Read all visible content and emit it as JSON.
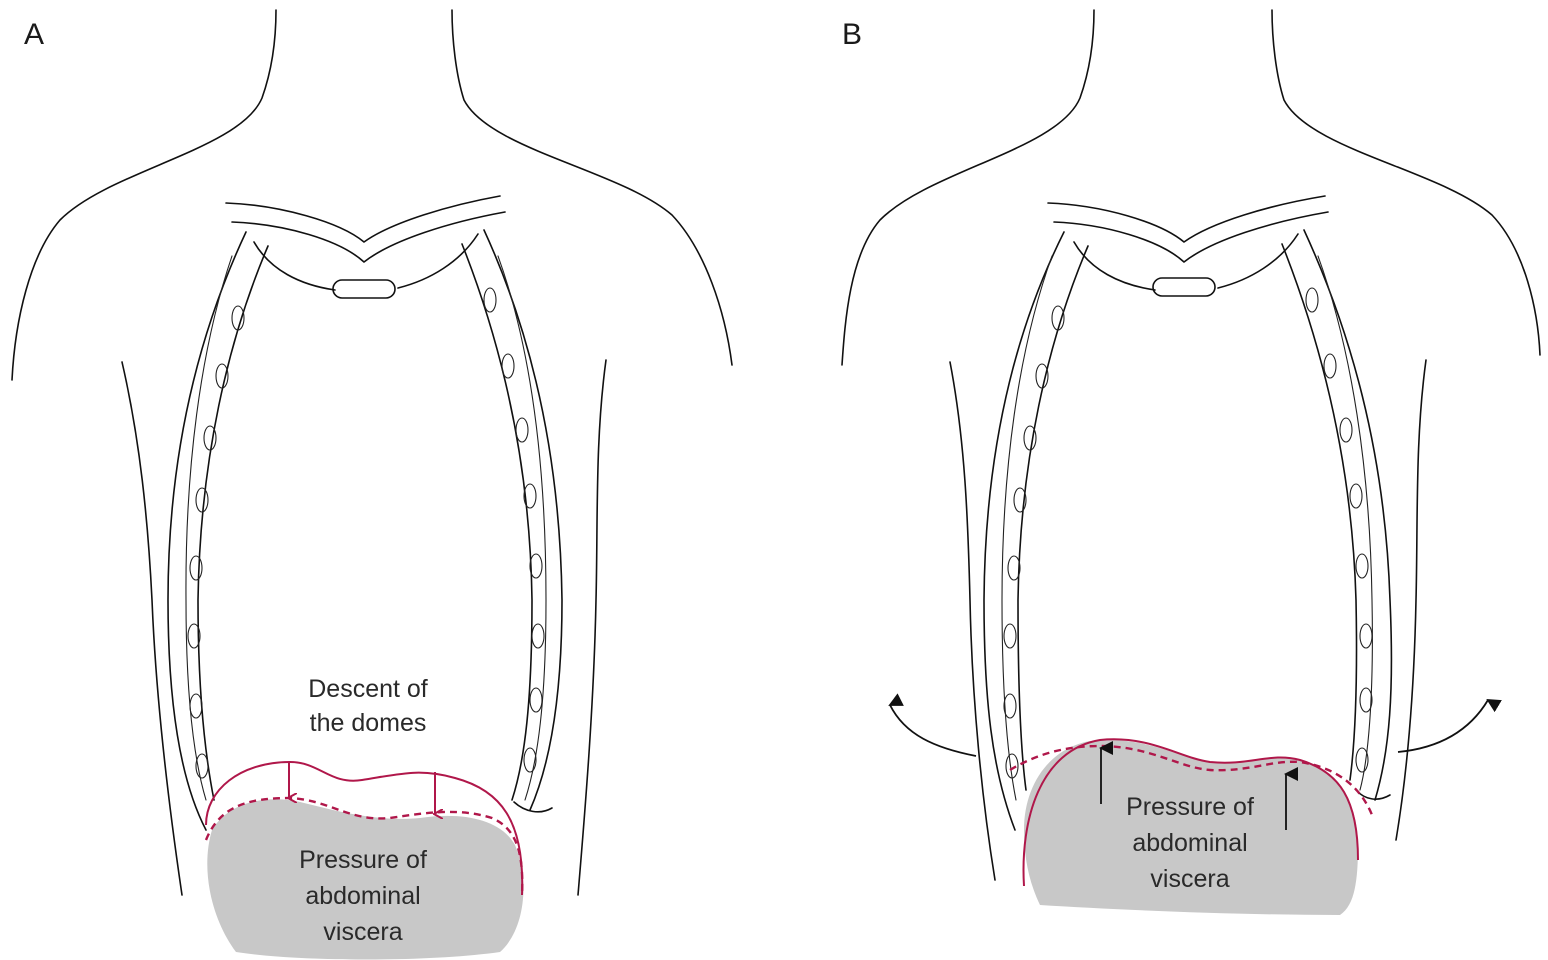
{
  "panels": [
    {
      "letter": "A",
      "descent_line1": "Descent of",
      "descent_line2": "the domes",
      "pressure_line1": "Pressure of",
      "pressure_line2": "abdominal",
      "pressure_line3": "viscera"
    },
    {
      "letter": "B",
      "pressure_line1": "Pressure of",
      "pressure_line2": "abdominal",
      "pressure_line3": "viscera"
    }
  ],
  "colors": {
    "diaphragm": "#b0174a",
    "viscera_fill": "#c8c8c8",
    "outline": "#111111"
  }
}
